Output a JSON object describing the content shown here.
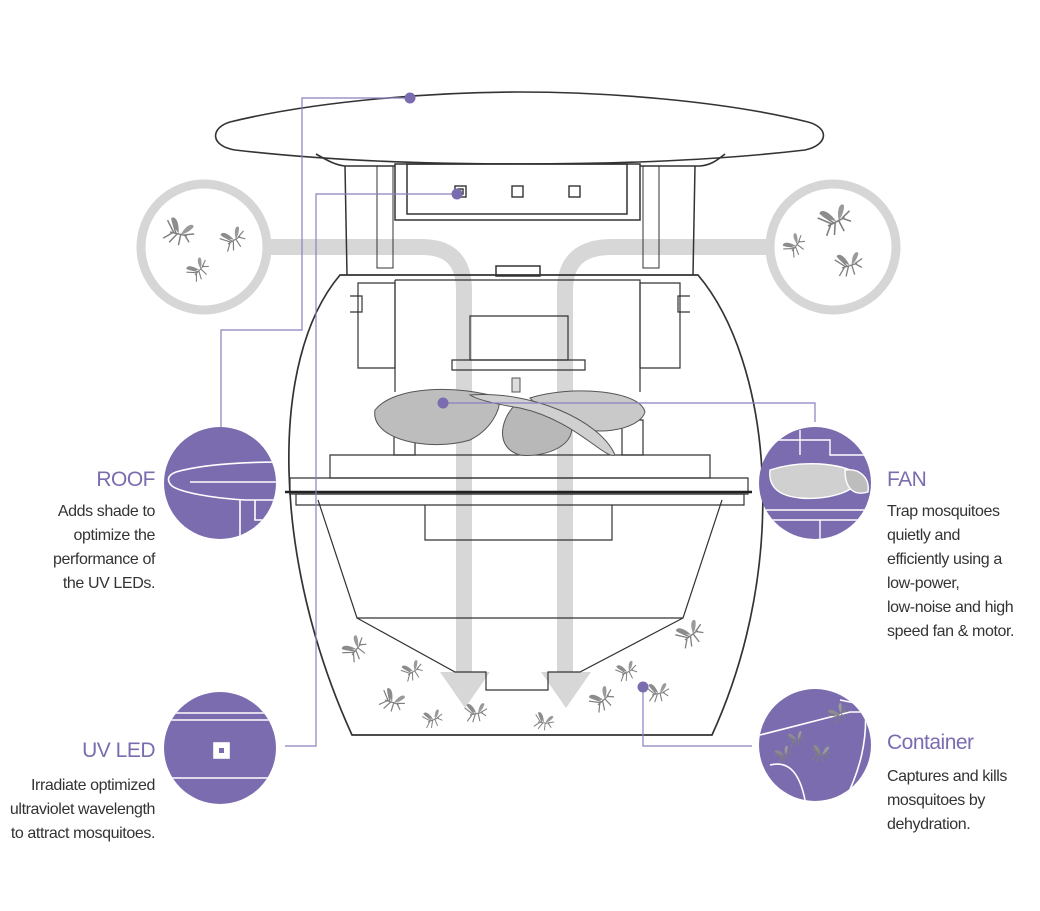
{
  "colors": {
    "accent": "#7b6cb0",
    "outline": "#333333",
    "arrow": "#d3d3d3",
    "circle_gray": "#d6d6d6",
    "fan_gray": "#bdbdbd"
  },
  "parts": {
    "roof": {
      "title": "ROOF",
      "lines": [
        "Adds shade to",
        "optimize the",
        "performance of",
        "the UV LEDs."
      ]
    },
    "uv_led": {
      "title": "UV LED",
      "lines": [
        "Irradiate optimized",
        "ultraviolet wavelength",
        "to attract mosquitoes."
      ]
    },
    "fan": {
      "title": "FAN",
      "lines": [
        "Trap mosquitoes",
        "quietly and",
        "efficiently using a",
        "low-power,",
        "low-noise and high",
        "speed fan & motor."
      ]
    },
    "container": {
      "title": "Container",
      "lines": [
        "Captures and kills",
        "mosquitoes by",
        "dehydration."
      ]
    }
  }
}
